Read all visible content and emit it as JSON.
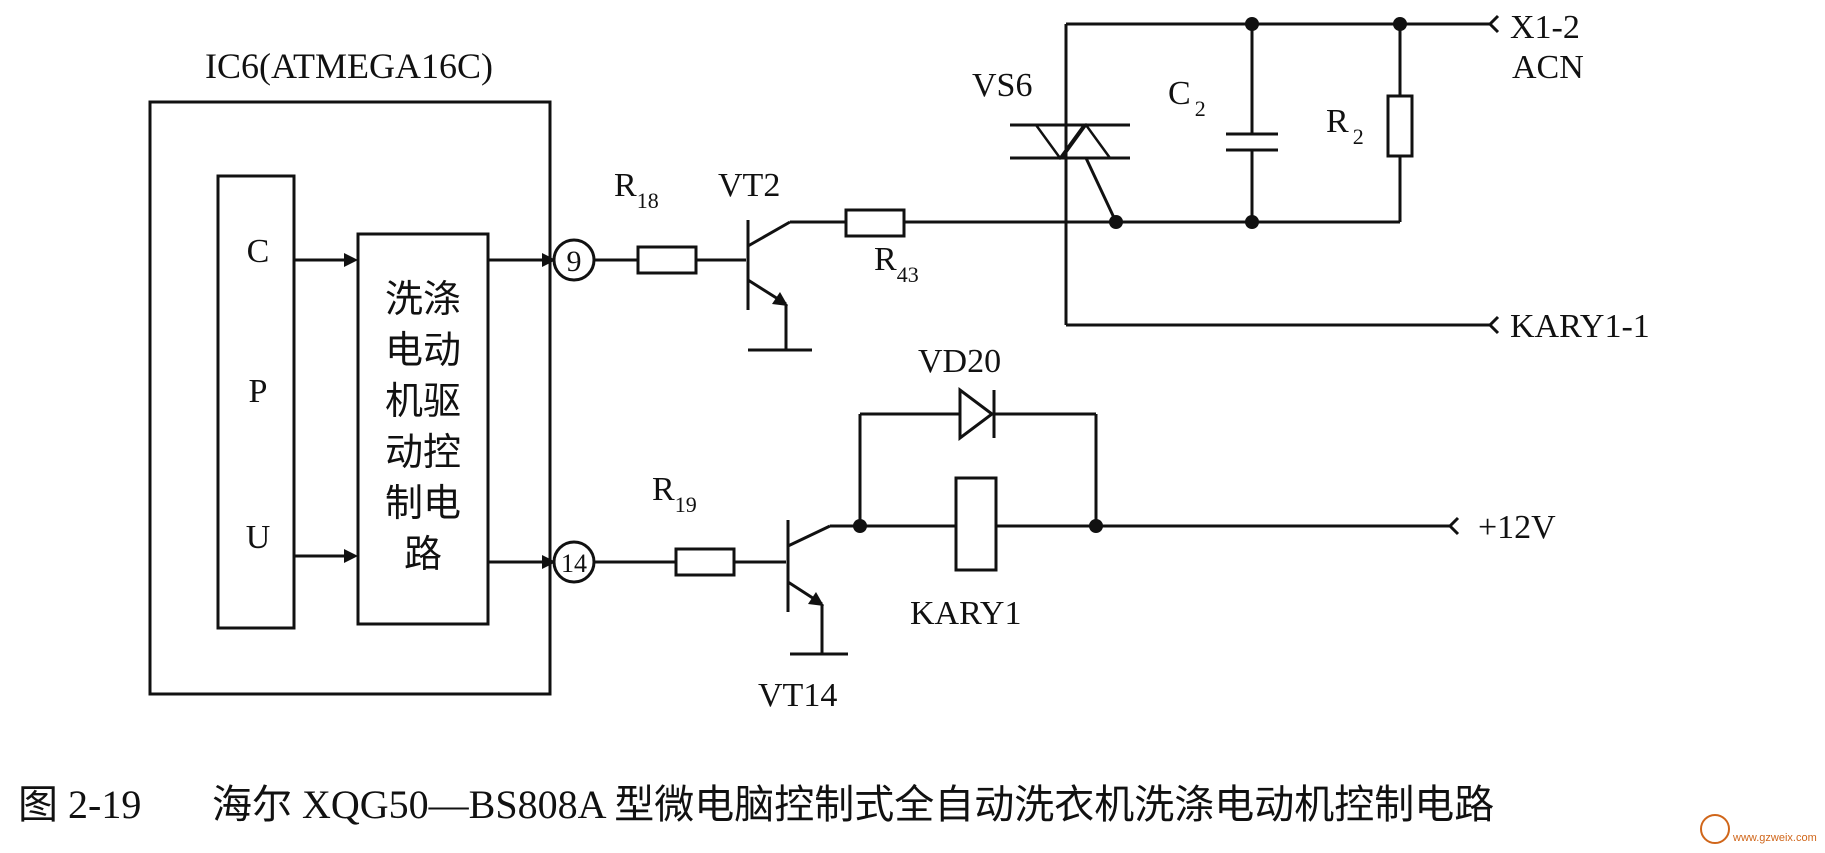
{
  "ic": {
    "title": "IC6(ATMEGA16C)",
    "cpu_letters": [
      "C",
      "P",
      "U"
    ]
  },
  "driver_block": {
    "chars": [
      "洗涤",
      "电动",
      "机驱",
      "动控",
      "制电",
      "路"
    ]
  },
  "pins": {
    "p1": "9",
    "p2": "14"
  },
  "components": {
    "r18": {
      "main": "R",
      "sub": "18"
    },
    "r43": {
      "main": "R",
      "sub": "43"
    },
    "r19": {
      "main": "R",
      "sub": "19"
    },
    "r2": {
      "main": "R",
      "sub": "2"
    },
    "c2": {
      "main": "C",
      "sub": "2"
    },
    "vt2": "VT2",
    "vt14": "VT14",
    "vs6": "VS6",
    "vd20": "VD20",
    "kary1": "KARY1"
  },
  "terminals": {
    "x1_2": "X1-2",
    "acn": "ACN",
    "kary1_1": "KARY1-1",
    "v12": "+12V"
  },
  "caption": {
    "figure_no": "图 2-19",
    "text": "海尔 XQG50—BS808A 型微电脑控制式全自动洗衣机洗涤电动机控制电路"
  },
  "watermark": {
    "site": "www.gzweix.com"
  }
}
